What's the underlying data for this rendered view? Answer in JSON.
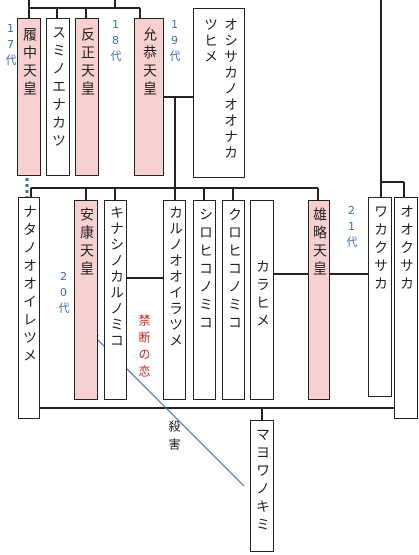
{
  "people": {
    "ingyo": "履中天皇",
    "suminoe": "スミノエナカツ",
    "hanzei": "反正天皇",
    "ingyo2": "允恭天皇",
    "oshisaka": "オシサカノオオナカツヒメ",
    "natano": "ナタノオオイレツメ",
    "anko": "安康天皇",
    "kinashi": "キナシノカルノミコ",
    "karunooira": "カルノオオイラツメ",
    "shirohiko": "シロヒコノミコ",
    "kurohiko": "クロヒコノミコ",
    "karahime": "カラヒメ",
    "yuryaku": "雄略天皇",
    "wakakusaka": "ワカクサカ",
    "ookusaka": "オオクサカ",
    "mayowa": "マヨワノキミ"
  },
  "generations": {
    "g17": "17代",
    "g18": "18代",
    "g19": "19代",
    "g20": "20代",
    "g21": "21代"
  },
  "annotations": {
    "forbidden": "禁断の恋",
    "killed": "殺害"
  },
  "colors": {
    "emperor_fill": "#f9d0d0",
    "line": "#222222",
    "generation": "#3a6fb5",
    "highlight": "#d02020",
    "arrow": "#4a6fb5",
    "dotted": "#3a6fb5"
  }
}
